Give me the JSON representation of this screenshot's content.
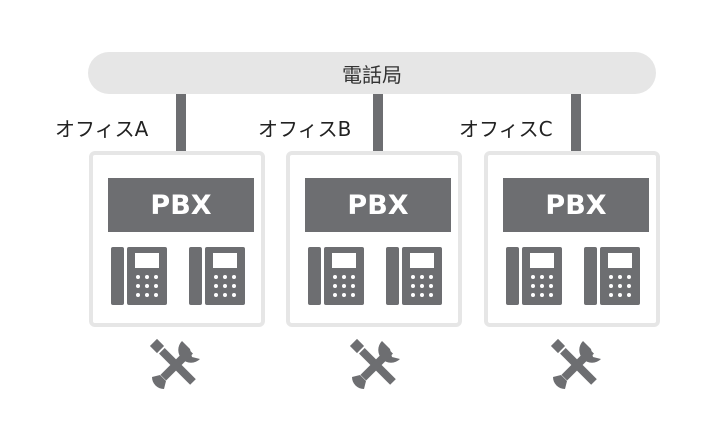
{
  "exchange": {
    "label": "電話局"
  },
  "offices": [
    {
      "label": "オフィスA",
      "pbx_label": "PBX"
    },
    {
      "label": "オフィスB",
      "pbx_label": "PBX"
    },
    {
      "label": "オフィスC",
      "pbx_label": "PBX"
    }
  ],
  "icons": {
    "phone": "desk-phone-icon",
    "tools": "wrench-screwdriver-icon"
  },
  "colors": {
    "dark_gray": "#6d6e71",
    "light_gray": "#e6e6e6",
    "white": "#ffffff"
  }
}
